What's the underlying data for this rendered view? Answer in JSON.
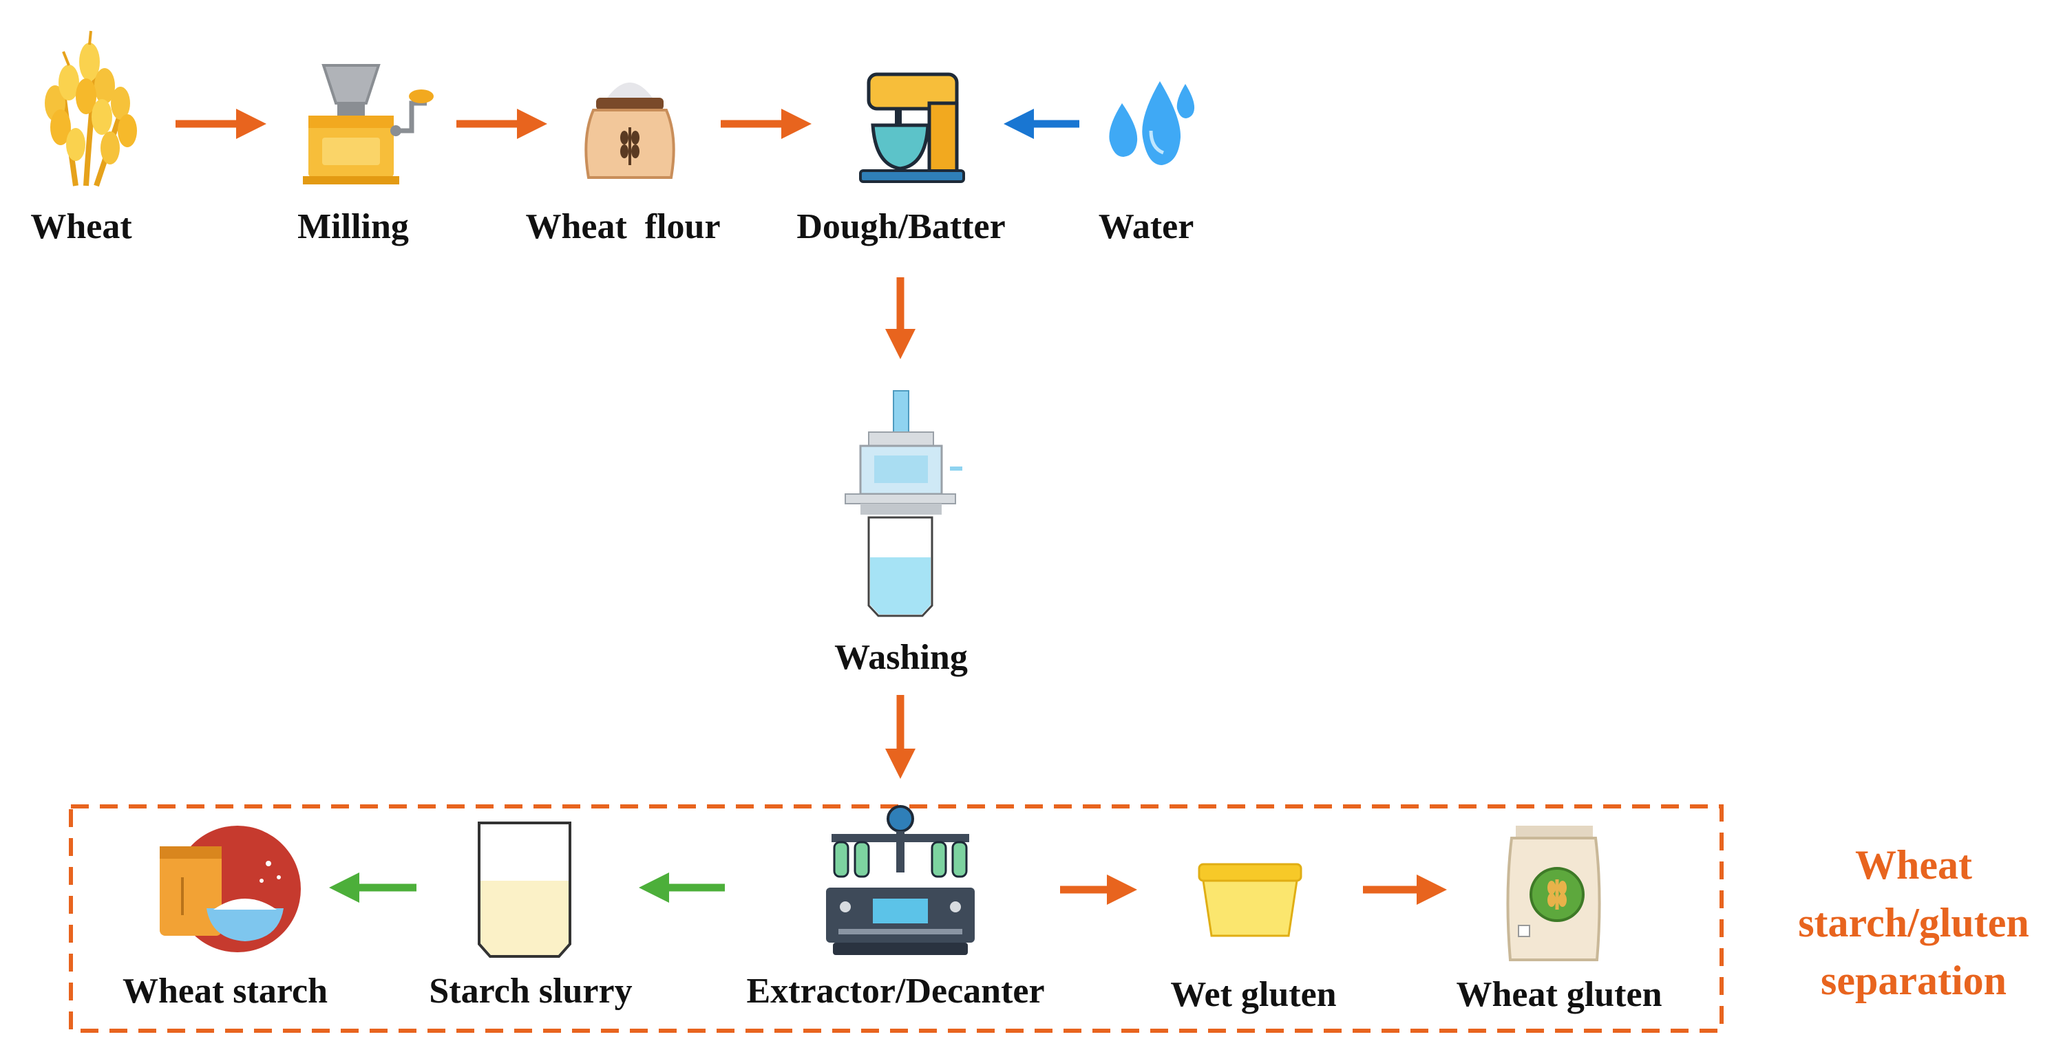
{
  "colors": {
    "process_arrow": "#E8641E",
    "water_arrow": "#1976D2",
    "output_arrow": "#4CAF3A",
    "separation_border": "#E8641E",
    "separation_title": "#E8641E"
  },
  "steps": {
    "wheat": "Wheat",
    "milling": "Milling",
    "wheat_flour": "Wheat  flour",
    "dough_batter": "Dough/Batter",
    "water": "Water",
    "washing": "Washing",
    "wheat_starch": "Wheat starch",
    "starch_slurry": "Starch slurry",
    "extractor_decanter": "Extractor/Decanter",
    "wet_gluten": "Wet gluten",
    "wheat_gluten": "Wheat gluten"
  },
  "icons": {
    "wheat": "wheat-icon",
    "milling": "grain-mill-icon",
    "wheat_flour": "flour-sack-icon",
    "dough_batter": "stand-mixer-icon",
    "water": "water-drops-icon",
    "washing": "washing-apparatus-icon",
    "wheat_starch": "starch-bowl-icon",
    "starch_slurry": "slurry-container-icon",
    "extractor_decanter": "decanter-machine-icon",
    "wet_gluten": "gluten-box-icon",
    "wheat_gluten": "gluten-bag-icon"
  },
  "separation": {
    "title_lines": [
      "Wheat",
      "starch/gluten",
      "separation"
    ]
  }
}
